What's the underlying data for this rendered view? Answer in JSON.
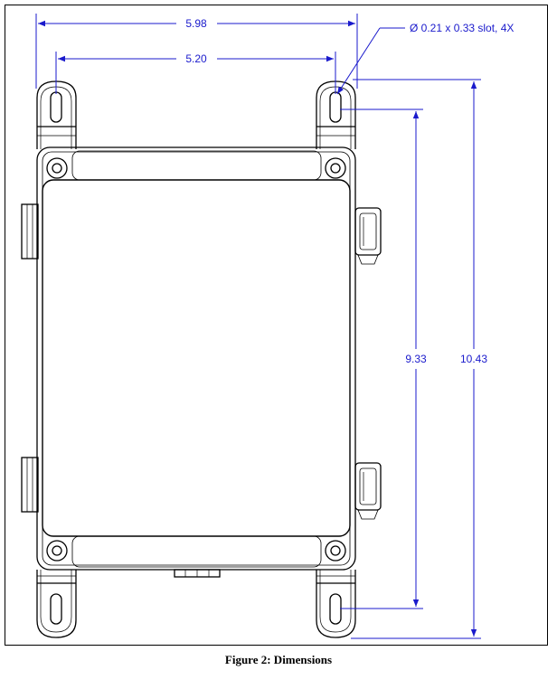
{
  "figure": {
    "caption": "Figure 2: Dimensions"
  },
  "dimensions": {
    "overall_width": "5.98",
    "slot_spacing_width": "5.20",
    "slot_spacing_height": "9.33",
    "overall_height": "10.43",
    "slot_note": "Ø 0.21 x 0.33 slot, 4X"
  },
  "colors": {
    "dimension_lines": "#1a1acc",
    "outline": "#000000"
  }
}
